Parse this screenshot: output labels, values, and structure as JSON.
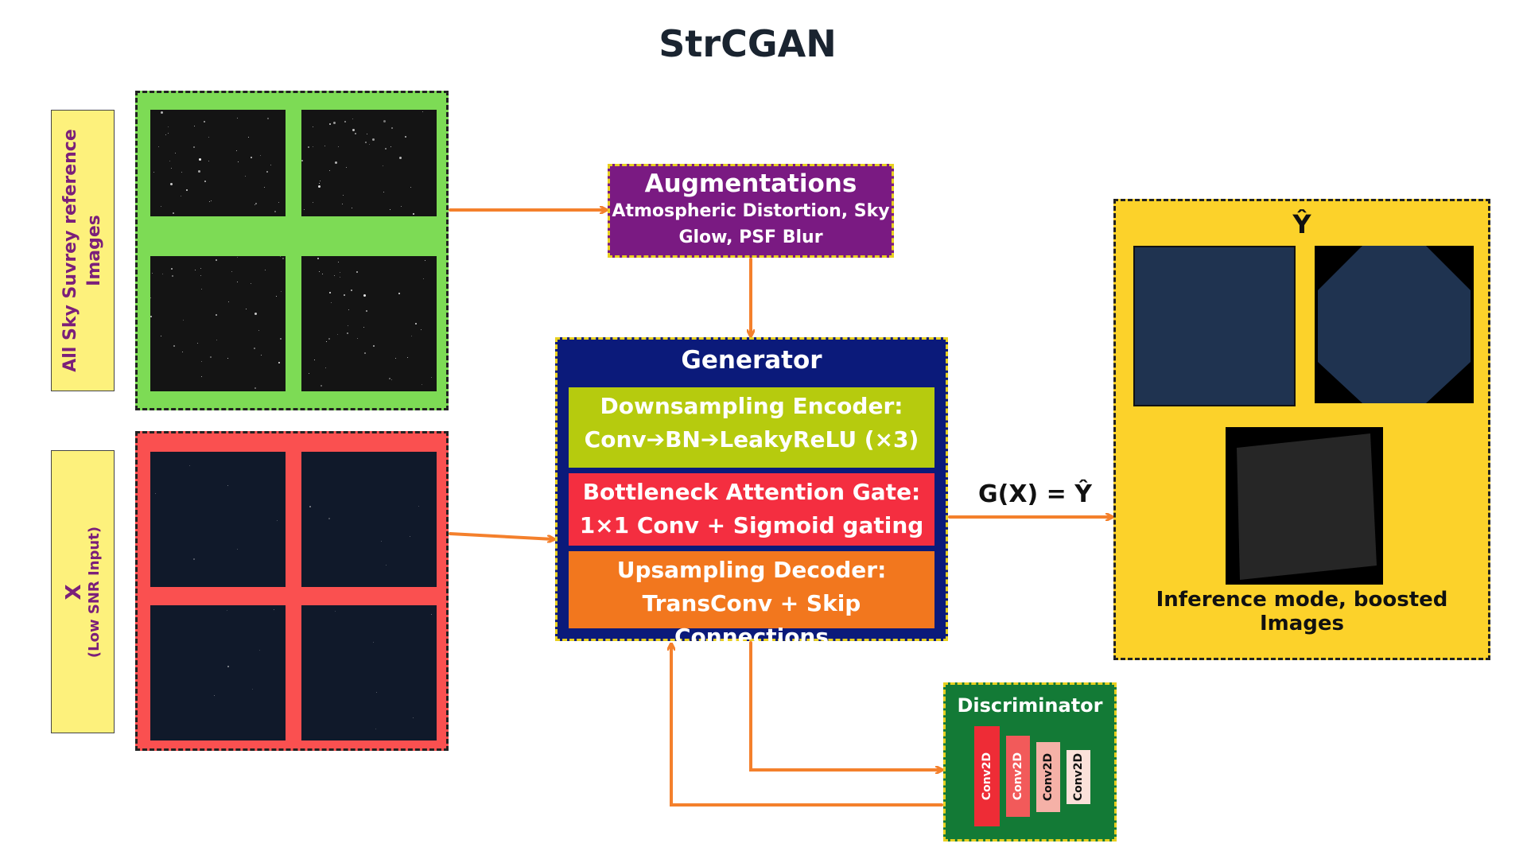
{
  "title": "StrCGAN",
  "labels": {
    "reference": [
      "All Sky Suvrey reference",
      "Images"
    ],
    "input_main": "X",
    "input_sub": "(Low SNR Input)"
  },
  "augmentations": {
    "heading": "Augmentations",
    "body": [
      "Atmospheric Distortion, Sky",
      "Glow,  PSF Blur"
    ]
  },
  "generator": {
    "heading": "Generator",
    "encoder": [
      "Downsampling Encoder:",
      "Conv➔BN➔LeakyReLU (×3)"
    ],
    "attention": [
      "Bottleneck Attention Gate:",
      "1×1 Conv + Sigmoid gating"
    ],
    "decoder": [
      "Upsampling Decoder:",
      "TransConv + Skip Connections"
    ]
  },
  "output": {
    "symbol": "Ŷ",
    "caption": "Inference mode, boosted Images"
  },
  "mapping_label": "G(X) = Ŷ",
  "discriminator": {
    "heading": "Discriminator",
    "layers": [
      "Conv2D",
      "Conv2D",
      "Conv2D",
      "Conv2D"
    ]
  },
  "colors": {
    "arrow": "#f4802c",
    "reference_frame": "#7ddb55",
    "input_frame": "#fa5050",
    "augmentations": "#7a1a82",
    "generator": "#0b1a7a",
    "encoder": "#b6cb0e",
    "attention": "#f42e40",
    "decoder": "#f2771e",
    "output": "#fcd22a",
    "discriminator": "#137a36"
  }
}
